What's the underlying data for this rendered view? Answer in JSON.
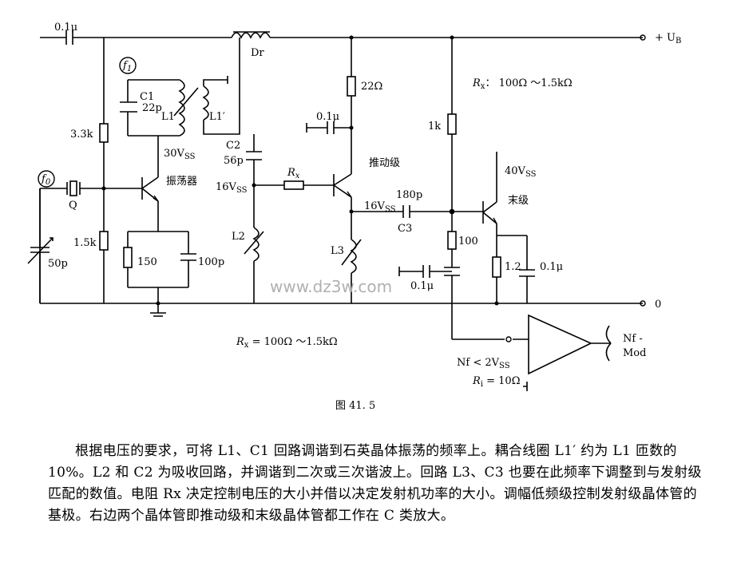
{
  "diagram": {
    "labels": {
      "cap_in": "0.1μ",
      "supply": "+ U",
      "supply_sub": "B",
      "choke": "Dr",
      "f1": "f",
      "f1_sub": "1",
      "f0": "f",
      "f0_sub": "0",
      "c1": "C1",
      "c1_val": "22p",
      "l1": "L1",
      "l1p": "L1′",
      "r_3k3": "3.3k",
      "v30": "30V",
      "v30_sub": "SS",
      "oscillator": "振荡器",
      "crystal": "Q",
      "trim_cap": "50p",
      "r_1k5": "1.5k",
      "r_150": "150",
      "c_100p": "100p",
      "c2": "C2",
      "c2_val": "56p",
      "v16a": "16V",
      "v16a_sub": "SS",
      "rx": "R",
      "rx_sub": "x",
      "l2": "L2",
      "r_22": "22Ω",
      "c_01_driver": "0.1μ",
      "driver": "推动级",
      "v16b": "16V",
      "v16b_sub": "SS",
      "c3_val": "180p",
      "c3": "C3",
      "l3": "L3",
      "rx_range_top": "R",
      "rx_range_top_sub": "x",
      "rx_range_top_val": "： 100Ω ～1.5kΩ",
      "r_1k": "1k",
      "v40": "40V",
      "v40_sub": "SS",
      "final": "末级",
      "r_100": "100",
      "c_01_mid": "0.1μ",
      "r_12": "1.2",
      "c_01_final": "0.1μ",
      "ground": "0",
      "watermark": "www.dz3w.com",
      "rx_range_bottom": "R",
      "rx_range_bottom_sub": "x",
      "rx_range_bottom_val": " = 100Ω ～1.5kΩ",
      "nf_cond": "Nf < 2V",
      "nf_cond_sub": "SS",
      "ri": "R",
      "ri_sub": "i",
      "ri_val": " = 10Ω",
      "nf": "Nf -",
      "mod": "Mod",
      "figure": "图 41. 5"
    }
  },
  "description": "根据电压的要求，可将 L1、C1 回路调谐到石英晶体振荡的频率上。耦合线圈 L1′ 约为 L1 匝数的 10%。L2 和 C2 为吸收回路，并调谐到二次或三次谐波上。回路 L3、C3 也要在此频率下调整到与发射级匹配的数值。电阻 Rx 决定控制电压的大小并借以决定发射机功率的大小。调幅低频级控制发射级晶体管的基极。右边两个晶体管即推动级和末级晶体管都工作在 C 类放大。"
}
